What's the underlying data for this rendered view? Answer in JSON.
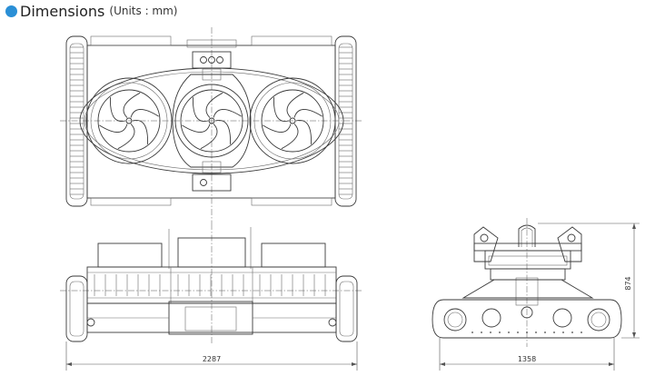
{
  "header": {
    "title": "Dimensions",
    "units": "(Units : mm)",
    "accent_color": "#2a8fd6"
  },
  "dimensions": {
    "width_label": "2287",
    "depth_label": "1358",
    "height_label": "874"
  }
}
